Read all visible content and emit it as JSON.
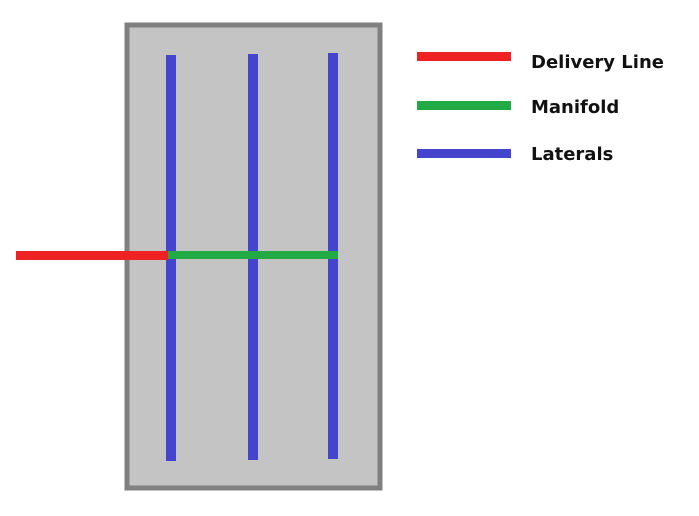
{
  "diagram": {
    "legend": [
      {
        "label": "Delivery Line",
        "color": "#ee2222"
      },
      {
        "label": "Manifold",
        "color": "#22aa44"
      },
      {
        "label": "Laterals",
        "color": "#4444cc"
      }
    ],
    "field_fill": "#c4c4c4",
    "field_border": "#808080",
    "lateral_count": 3
  }
}
